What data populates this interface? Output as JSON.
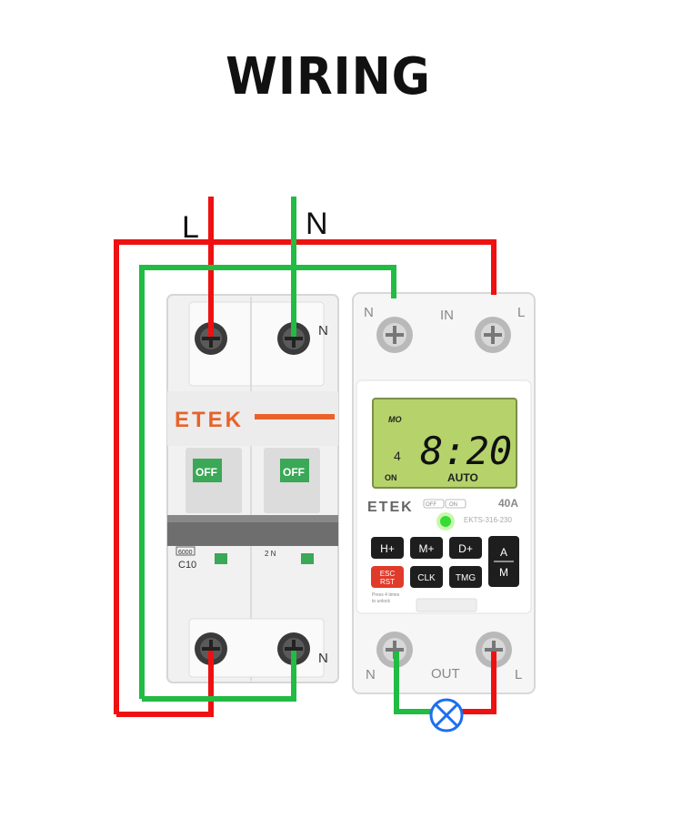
{
  "title": "WIRING",
  "supply_labels": {
    "live": "L",
    "neutral": "N"
  },
  "breaker": {
    "brand": "ETEK",
    "switch_left": "OFF",
    "switch_right": "OFF",
    "rating_box": "6000",
    "curve": "C10",
    "pole_text": "2 N",
    "terminal_top_n": "N",
    "terminal_bottom_n": "N"
  },
  "timer": {
    "input_n": "N",
    "input_label": "IN",
    "input_l": "L",
    "output_n": "N",
    "output_label": "OUT",
    "output_l": "L",
    "lcd": {
      "mode_top": "MO",
      "day": "4",
      "time": "8:20",
      "state": "ON",
      "mode": "AUTO"
    },
    "brand": "ETEK",
    "badge_1": "OFF",
    "badge_2": "ON",
    "rating": "40A",
    "model": "EKTS-316-230",
    "buttons": {
      "h_plus": "H+",
      "m_plus": "M+",
      "d_plus": "D+",
      "a_top": "A",
      "m_bottom": "M",
      "esc": "ESC",
      "rst": "RST",
      "clk": "CLK",
      "tmg": "TMG"
    },
    "unlock_line1": "Press 4 times",
    "unlock_line2": "to unlock"
  },
  "colors": {
    "live": "#ee1111",
    "neutral": "#22bb44",
    "lamp": "#1b6ff0",
    "accent": "#e8622a",
    "lcd": "#b5d36a"
  }
}
